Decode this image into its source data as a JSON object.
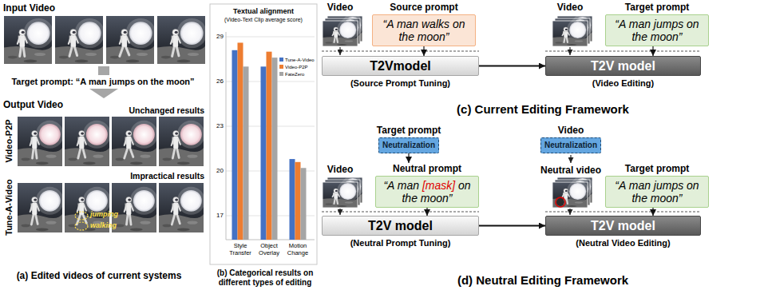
{
  "diagram": {
    "nodes": [
      {
        "text": [
          "Source prompt",
          "“A man walks on the moon”"
        ]
      },
      {
        "text": [
          "Target prompt",
          "“A man jumps on the moon”"
        ]
      },
      {
        "text": [
          "T2Vmodel"
        ]
      },
      {
        "text": [
          "T2V model"
        ]
      },
      {
        "text": [
          "Target prompt",
          "Neutralization"
        ]
      },
      {
        "text": [
          "Video",
          "Neutralization"
        ]
      },
      {
        "text": [
          "Neutral prompt",
          "“A man [mask] on the moon”"
        ]
      },
      {
        "text": [
          "Target prompt",
          "“A man jumps on the moon”"
        ]
      },
      {
        "text": [
          "T2V model"
        ]
      },
      {
        "text": [
          "T2V model"
        ]
      }
    ],
    "edges": [
      {
        "from": 0,
        "to": 2,
        "arrow": "to"
      },
      {
        "from": 1,
        "to": 3,
        "arrow": "to"
      },
      {
        "from": 2,
        "to": 3,
        "arrow": "to"
      },
      {
        "from": 4,
        "to": 6,
        "arrow": "to"
      },
      {
        "from": 6,
        "to": 8,
        "arrow": "to"
      },
      {
        "from": 7,
        "to": 9,
        "arrow": "to"
      },
      {
        "from": 8,
        "to": 9,
        "arrow": "to"
      }
    ],
    "labels": [
      "Input Video",
      "Target prompt: “A man jumps on the moon”",
      "Output Video",
      "Unchanged results",
      "Video-P2P",
      "Impractical results",
      "Tune-A-Video",
      "jumping",
      "walking",
      "(a) Edited videos of current systems",
      "Textual alignment",
      "(Video-Text Clip average score)",
      "29",
      "26",
      "23",
      "20",
      "17",
      "Style Transfer",
      "Object Overlay",
      "Motion Change",
      "(b) Categorical results on different types of editing",
      "Video",
      "(Source Prompt Tuning)",
      "Video",
      "(Video Editing)",
      "(c) Current Editing Framework",
      "Video",
      "(Neutral Prompt Tuning)",
      "Neutral video",
      "(Neutral Video Editing)",
      "(d) Neutral Editing Framework"
    ],
    "legend": [
      {
        "text": "Tune-A-Video",
        "color": "#4472c4"
      },
      {
        "text": "Video-P2P",
        "color": "#ed7d31"
      },
      {
        "text": "FateZero",
        "color": "#a5a5a5"
      }
    ]
  }
}
